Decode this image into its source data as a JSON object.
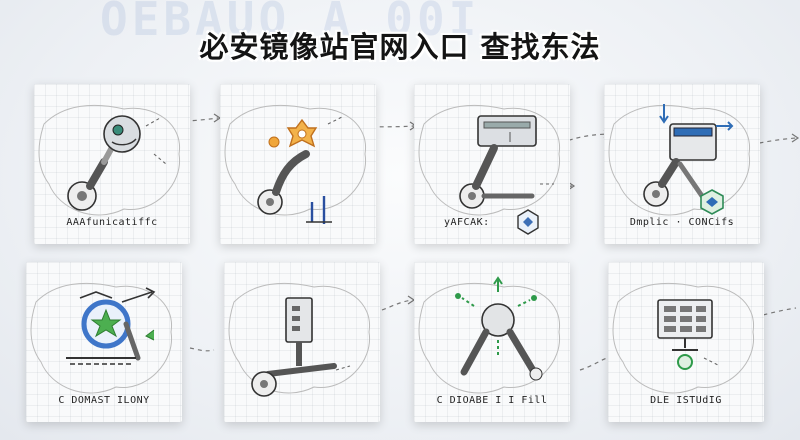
{
  "header": {
    "title": "必安镜像站官网入口 查找东法",
    "ghost_text": "OEBAUO A 00I"
  },
  "cards": [
    {
      "caption": "AAAfunicatiffc",
      "icon": "robot-arm-sensor-icon",
      "accent": "#3a8c7a"
    },
    {
      "caption": "",
      "icon": "robot-arm-gear-icon",
      "accent": "#e39a2e"
    },
    {
      "caption": "yAFCAK:",
      "icon": "robot-arm-server-icon",
      "accent": "#3d6fb6"
    },
    {
      "caption": "Dmplic · CONCifs",
      "icon": "robot-arm-monitor-icon",
      "accent": "#2f6db6"
    },
    {
      "caption": "C  DOMAST ILONY",
      "icon": "robot-arm-wheel-icon",
      "accent": "#3f76c9"
    },
    {
      "caption": "",
      "icon": "robot-arm-tower-icon",
      "accent": "#7a7a7a"
    },
    {
      "caption": "C  DIOABE I I Fill",
      "icon": "robot-arm-joint-icon",
      "accent": "#2e9a4a"
    },
    {
      "caption": "DLE ISTUdIG",
      "icon": "robot-arm-screen-icon",
      "accent": "#2e9a4a"
    }
  ]
}
